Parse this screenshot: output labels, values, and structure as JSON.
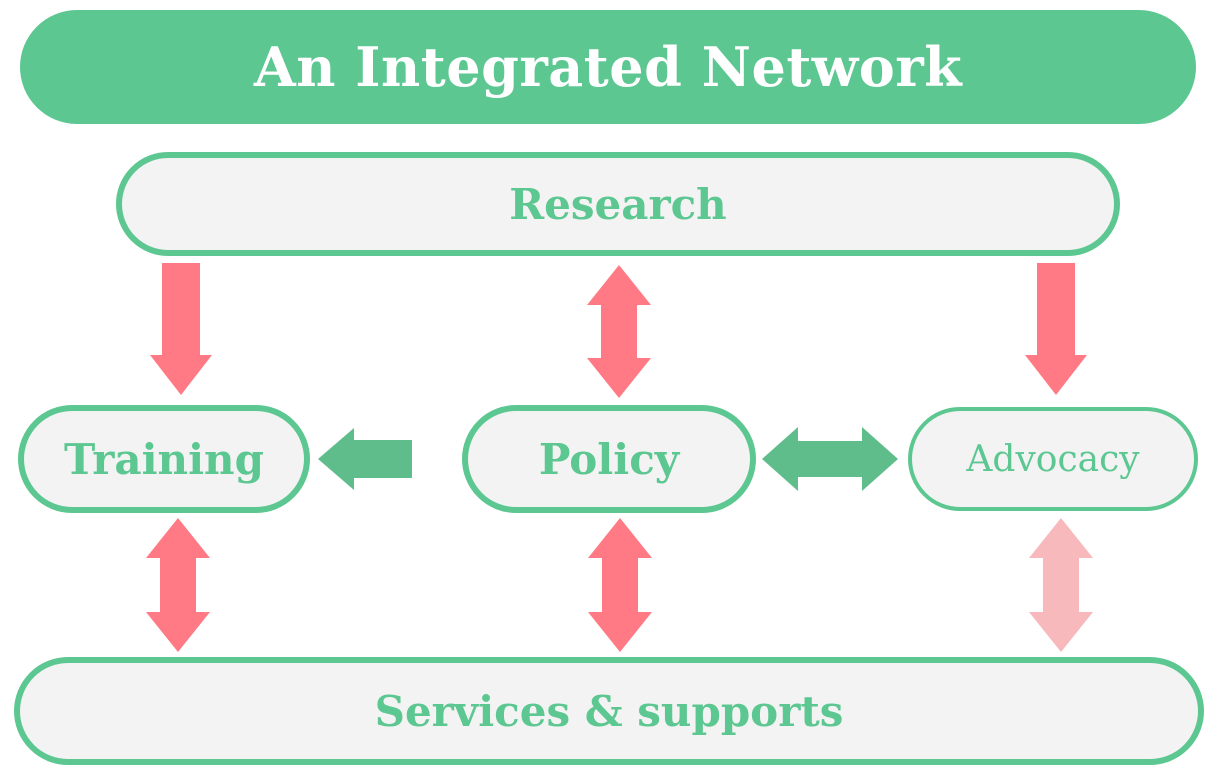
{
  "title": "An Integrated Network",
  "nodes": {
    "research": "Research",
    "training": "Training",
    "policy": "Policy",
    "advocacy": "Advocacy",
    "services": "Services & supports"
  },
  "colors": {
    "green": "#5cc791",
    "arrow_green": "#5fbd8b",
    "arrow_red": "#ff7a84",
    "arrow_pink": "#f8b9bd",
    "node_fill": "#f3f3f3"
  },
  "connections": [
    {
      "from": "research",
      "to": "training",
      "direction": "down",
      "color": "arrow_red"
    },
    {
      "from": "research",
      "to": "policy",
      "direction": "both",
      "color": "arrow_red"
    },
    {
      "from": "research",
      "to": "advocacy",
      "direction": "down",
      "color": "arrow_red"
    },
    {
      "from": "policy",
      "to": "training",
      "direction": "left",
      "color": "arrow_green"
    },
    {
      "from": "policy",
      "to": "advocacy",
      "direction": "both",
      "color": "arrow_green"
    },
    {
      "from": "training",
      "to": "services",
      "direction": "both",
      "color": "arrow_red"
    },
    {
      "from": "policy",
      "to": "services",
      "direction": "both",
      "color": "arrow_red"
    },
    {
      "from": "advocacy",
      "to": "services",
      "direction": "both",
      "color": "arrow_pink"
    }
  ]
}
